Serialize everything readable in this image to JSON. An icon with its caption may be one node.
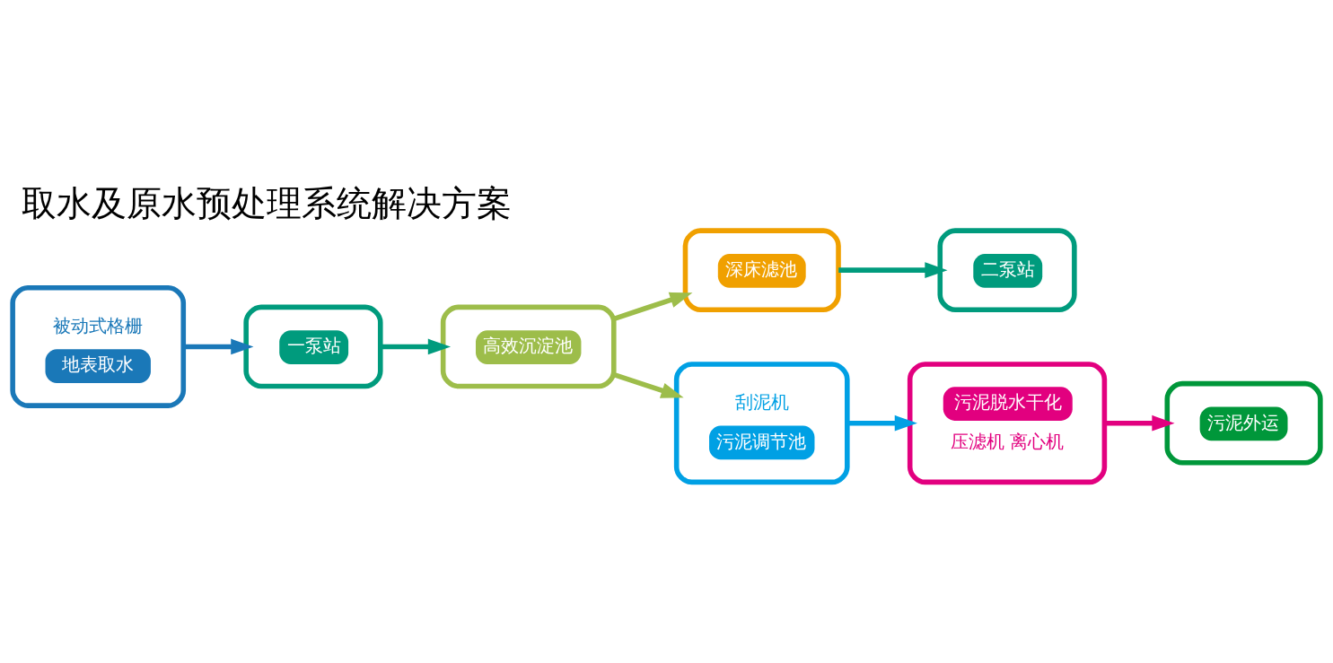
{
  "diagram": {
    "title": "取水及原水预处理系统解决方案",
    "nodes": [
      {
        "text": [
          "被动式格栅",
          "地表取水"
        ]
      },
      {
        "text": [
          "一泵站"
        ]
      },
      {
        "text": [
          "高效沉淀池"
        ]
      },
      {
        "text": [
          "深床滤池"
        ]
      },
      {
        "text": [
          "二泵站"
        ]
      },
      {
        "text": [
          "刮泥机",
          "污泥调节池"
        ]
      },
      {
        "text": [
          "污泥脱水干化",
          "压滤机 离心机"
        ]
      },
      {
        "text": [
          "污泥外运"
        ]
      }
    ],
    "edges": [
      {
        "from": 0,
        "to": 1,
        "arrow": "to",
        "color": "#1a78b8"
      },
      {
        "from": 1,
        "to": 2,
        "arrow": "to",
        "color": "#009b7d"
      },
      {
        "from": 2,
        "to": 3,
        "arrow": "to",
        "color": "#9dbd4a"
      },
      {
        "from": 3,
        "to": 4,
        "arrow": "to",
        "color": "#009b7d"
      },
      {
        "from": 2,
        "to": 5,
        "arrow": "to",
        "color": "#9dbd4a"
      },
      {
        "from": 5,
        "to": 6,
        "arrow": "to",
        "color": "#00a0e4"
      },
      {
        "from": 6,
        "to": 7,
        "arrow": "to",
        "color": "#e2007f"
      }
    ]
  }
}
